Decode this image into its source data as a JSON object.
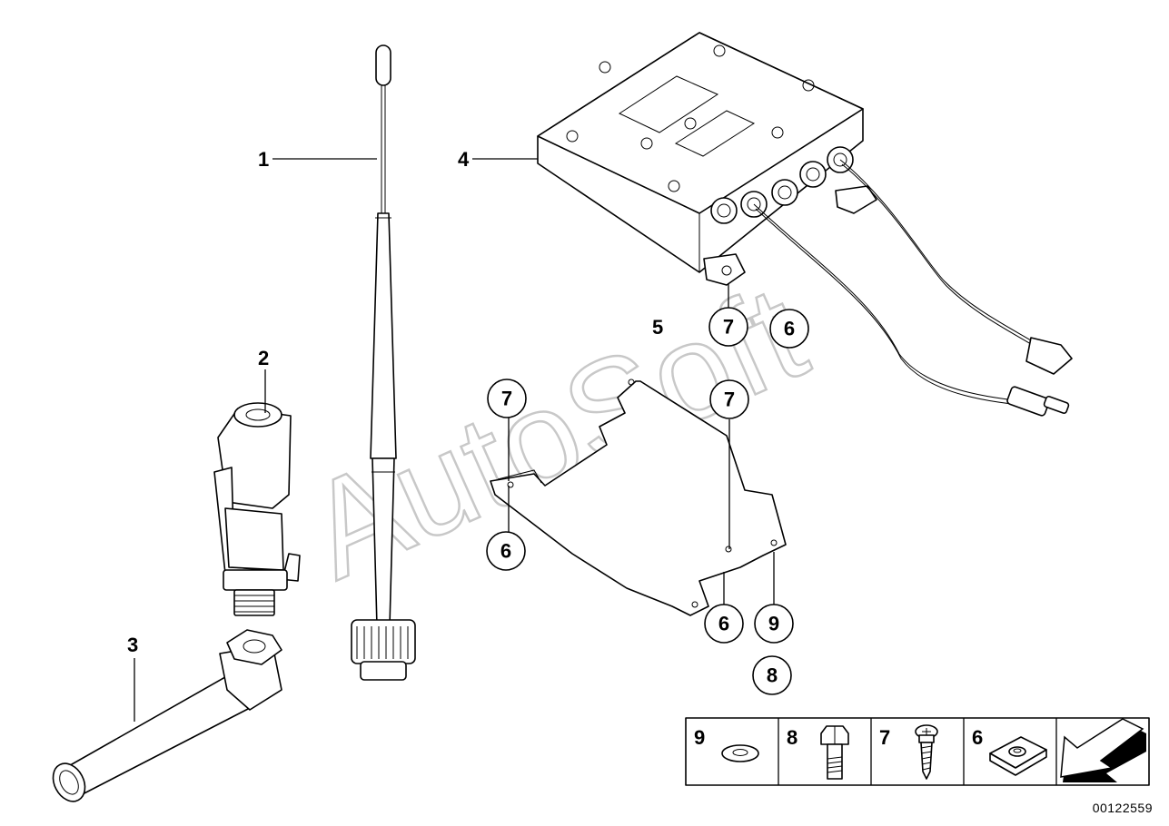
{
  "watermark": "AutoSoft",
  "callouts": {
    "antenna_rod": "1",
    "adapter": "2",
    "cable_elbow": "3",
    "control_unit": "4",
    "bracket": "5"
  },
  "circle_callouts": {
    "unit_left_screw": "7",
    "unit_left_clip": "6",
    "bracket_top_screw": "7",
    "bracket_left_screw": "7",
    "bracket_left_clip": "6",
    "bracket_bottom_clip": "6",
    "bracket_right_washer": "9",
    "bracket_right_bolt": "8"
  },
  "legend": {
    "items": [
      {
        "number": "9",
        "icon": "washer-icon"
      },
      {
        "number": "8",
        "icon": "hex-bolt-icon"
      },
      {
        "number": "7",
        "icon": "screw-icon"
      },
      {
        "number": "6",
        "icon": "clip-nut-icon"
      }
    ],
    "arrow_icon": "direction-arrow-icon"
  },
  "document_number": "00122559"
}
